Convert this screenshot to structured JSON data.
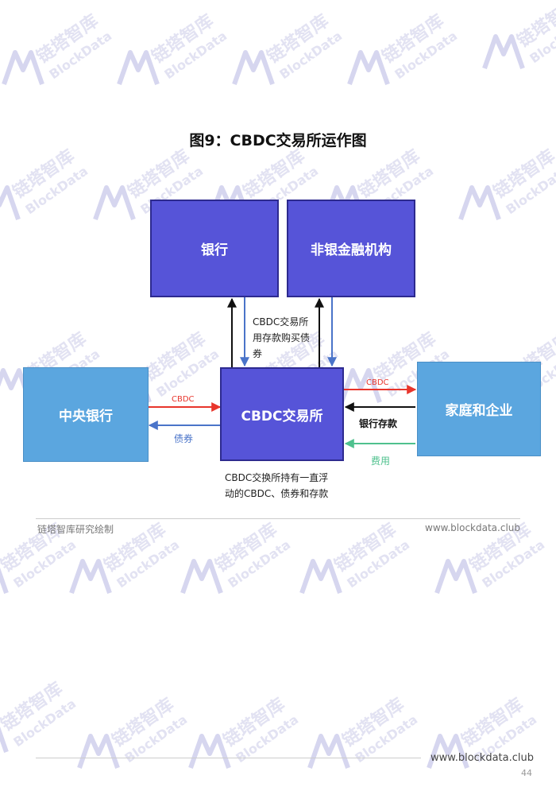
{
  "title": "图9：CBDC交易所运作图",
  "nodes": {
    "bank": "银行",
    "nonbank": "非银金融机构",
    "exchange": "CBDC交易所",
    "central": "中央银行",
    "household": "家庭和企业"
  },
  "labels": {
    "exchange_to_banks": "CBDC交易所用存款购买债券",
    "exchange_note": "CBDC交换所持有一直浮动的CBDC、债券和存款",
    "central_cbdc": "CBDC",
    "central_bonds": "债券",
    "household_cbdc": "CBDC",
    "household_deposit": "银行存款",
    "household_fee": "费用"
  },
  "colors": {
    "exchange_box": "#5654d8",
    "outer_box": "#5ba6df",
    "cbdc_arrow": "#e8352c",
    "bond_arrow": "#4a74c9",
    "fee_arrow": "#4fc18e"
  },
  "footer": {
    "source": "链塔智库研究绘制",
    "site": "www.blockdata.club",
    "bottom_site": "www.blockdata.club",
    "page_number": "44"
  },
  "watermark": "链塔智库 BlockData"
}
